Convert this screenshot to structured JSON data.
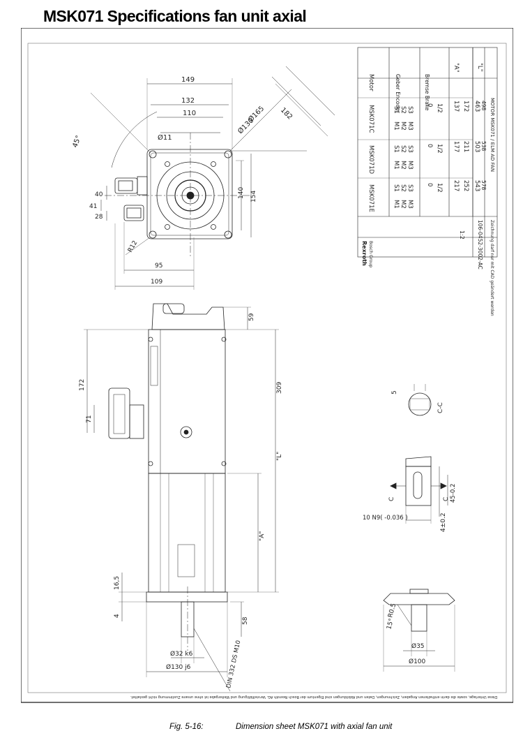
{
  "page": {
    "title": "MSK071 Specifications fan unit axial"
  },
  "figure": {
    "caption_number": "Fig. 5-16:",
    "caption_text": "Dimension sheet MSK071 with axial fan unit"
  },
  "drawing": {
    "top_view_dims": {
      "d149": "149",
      "d132": "132",
      "d110": "110",
      "d165": "Ø165",
      "d130": "Ø130",
      "d11": "Ø11",
      "d45deg": "45°",
      "d40": "40",
      "d41": "41",
      "d28": "28",
      "d140": "140",
      "d154": "154",
      "r12": "R12",
      "d95": "95",
      "d109": "109",
      "d182": "182"
    },
    "side_view_dims": {
      "d59": "59",
      "d172": "172",
      "d71": "71",
      "d309": "309",
      "dL": "\"L\"",
      "dA": "\"A\"",
      "d165s": "16,5",
      "d4": "4",
      "d58": "58",
      "d32k6": "Ø32 k6",
      "d130j6": "Ø130 j6",
      "din": "DIN 332 DS M10"
    },
    "detail_dims": {
      "d5": "5",
      "cc": "C-C",
      "c_left": "C",
      "c_right": "C",
      "d10n9": "10 N9( -0.036 )",
      "d4tol": "4±0.2",
      "d45tol": "45-0.2",
      "d15deg": "15°",
      "r05": "R0.5",
      "d35": "Ø35",
      "d100": "Ø100"
    },
    "table": {
      "headers": [
        "Motor",
        "Geber Encoder",
        "Bremse Brake",
        "\"A\"",
        "\"L\""
      ],
      "rows": [
        [
          "",
          "S1",
          "M1",
          "0",
          "137",
          "463"
        ],
        [
          "MSK071C",
          "S2",
          "M2",
          "1/2",
          "172",
          "498"
        ],
        [
          "",
          "S3",
          "M3",
          "",
          "",
          ""
        ],
        [
          "",
          "S1",
          "M1",
          "0",
          "177",
          "503"
        ],
        [
          "MSK071D",
          "S2",
          "M2",
          "1/2",
          "211",
          "538"
        ],
        [
          "",
          "S3",
          "M3",
          "",
          "",
          ""
        ],
        [
          "",
          "S1",
          "M1",
          "0",
          "217",
          "543"
        ],
        [
          "MSK071E",
          "S2",
          "M2",
          "1/2",
          "252",
          "578"
        ],
        [
          "",
          "S3",
          "M3",
          "",
          "",
          ""
        ]
      ],
      "drawing_no": "106-0452-3002-AC",
      "drawing_title": "MOTOR MSK071 / ELM AD FAN",
      "scale": "1:2",
      "brand": "Rexroth",
      "brand_sub": "Bosch Group",
      "note": "Zeichnung darf nur mit CAD geändert werden"
    },
    "footer_note": "Diese Unterlage, sowie die darin enthaltenen Angaben, Zeichnungen, Daten und Abbildungen sind Eigentum der Bosch Rexroth AG. Vervielfältigung und Weitergabe ist ohne unsere Zustimmung nicht gestattet."
  }
}
